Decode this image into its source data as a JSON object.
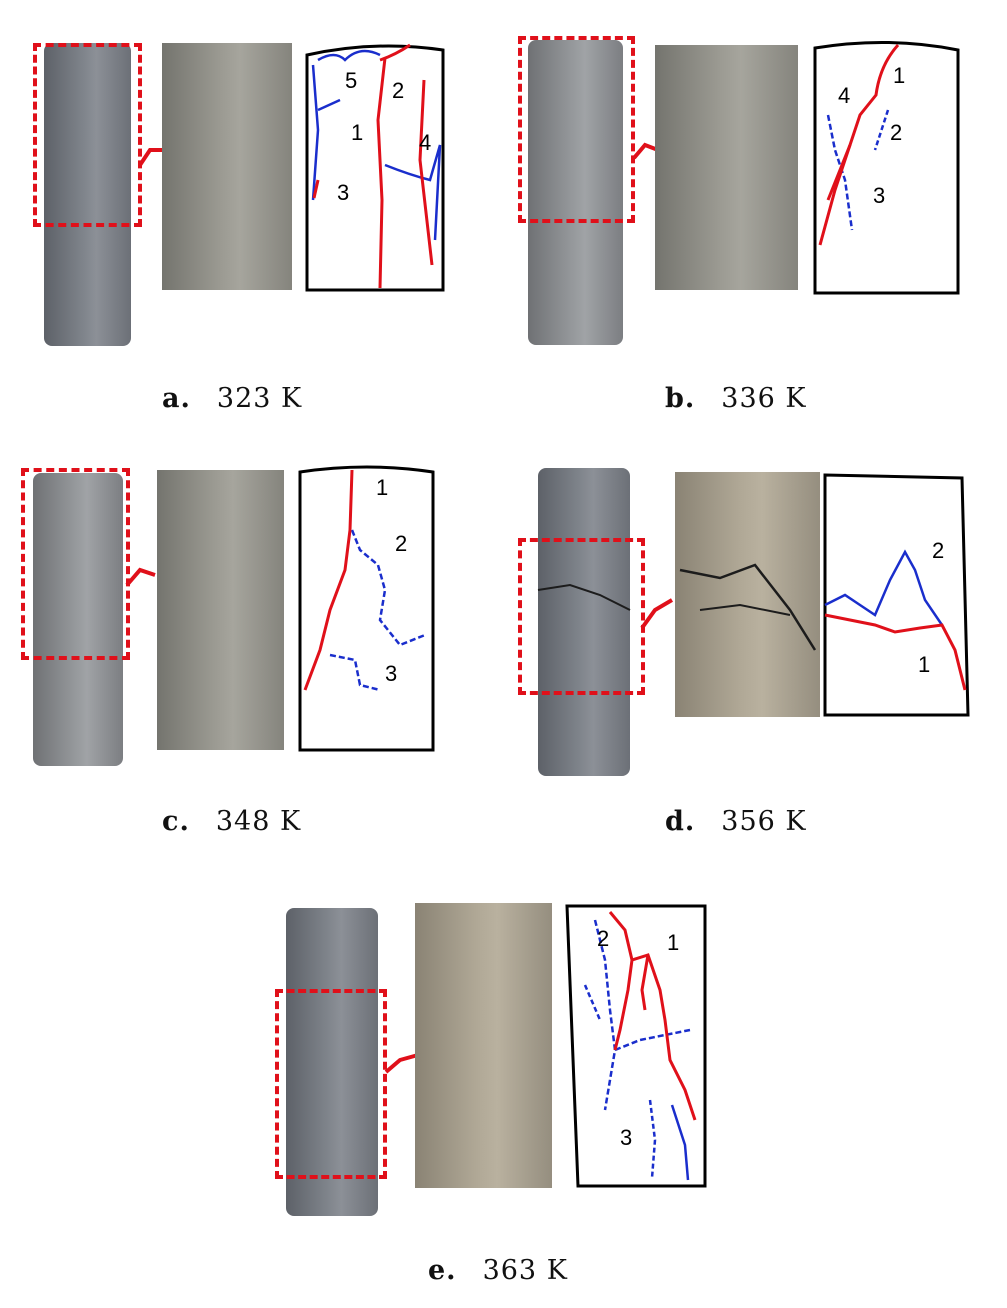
{
  "panels": [
    {
      "letter": "a.",
      "temperature": "323 K",
      "crack_labels": [
        "1",
        "2",
        "3",
        "4",
        "5"
      ]
    },
    {
      "letter": "b.",
      "temperature": "336 K",
      "crack_labels": [
        "1",
        "2",
        "3",
        "4"
      ]
    },
    {
      "letter": "c.",
      "temperature": "348 K",
      "crack_labels": [
        "1",
        "2",
        "3"
      ]
    },
    {
      "letter": "d.",
      "temperature": "356 K",
      "crack_labels": [
        "1",
        "2"
      ]
    },
    {
      "letter": "e.",
      "temperature": "363 K",
      "crack_labels": [
        "1",
        "2",
        "3"
      ]
    }
  ],
  "colors": {
    "highlight_box": "#e0101a",
    "main_crack": "#e0101a",
    "secondary_crack": "#1a2ecc",
    "sketch_frame": "#000000"
  }
}
